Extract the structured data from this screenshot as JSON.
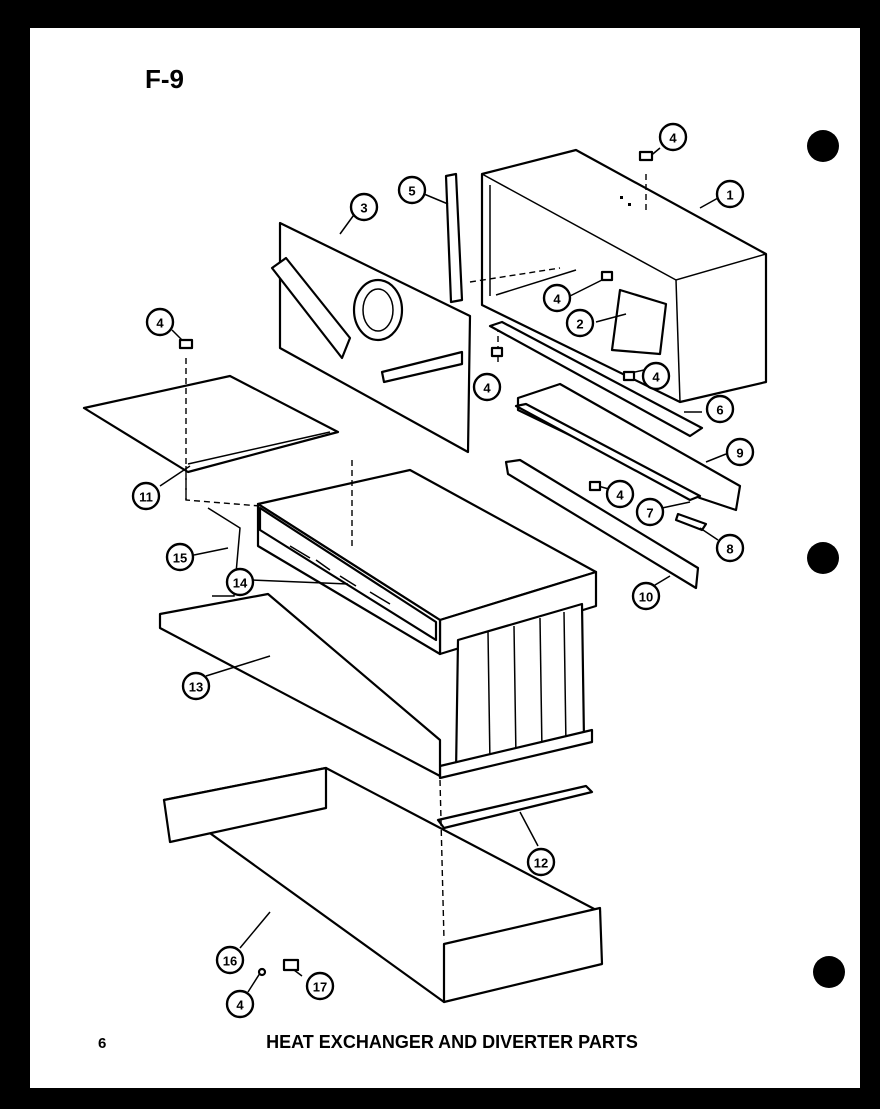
{
  "figure_id": "F-9",
  "page_number": "6",
  "caption": "HEAT EXCHANGER AND DIVERTER PARTS",
  "callouts": [
    {
      "id": "c1",
      "label": "1"
    },
    {
      "id": "c2",
      "label": "2"
    },
    {
      "id": "c3",
      "label": "3"
    },
    {
      "id": "c4a",
      "label": "4"
    },
    {
      "id": "c4b",
      "label": "4"
    },
    {
      "id": "c4c",
      "label": "4"
    },
    {
      "id": "c4d",
      "label": "4"
    },
    {
      "id": "c4e",
      "label": "4"
    },
    {
      "id": "c4f",
      "label": "4"
    },
    {
      "id": "c4g",
      "label": "4"
    },
    {
      "id": "c5",
      "label": "5"
    },
    {
      "id": "c6",
      "label": "6"
    },
    {
      "id": "c7",
      "label": "7"
    },
    {
      "id": "c8",
      "label": "8"
    },
    {
      "id": "c9",
      "label": "9"
    },
    {
      "id": "c10",
      "label": "10"
    },
    {
      "id": "c11",
      "label": "11"
    },
    {
      "id": "c12",
      "label": "12"
    },
    {
      "id": "c13",
      "label": "13"
    },
    {
      "id": "c14",
      "label": "14"
    },
    {
      "id": "c15",
      "label": "15"
    },
    {
      "id": "c16",
      "label": "16"
    },
    {
      "id": "c17",
      "label": "17"
    }
  ]
}
